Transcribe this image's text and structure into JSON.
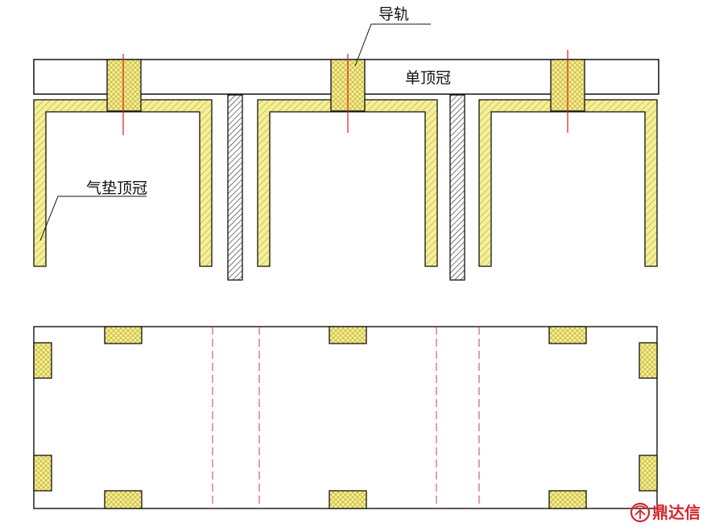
{
  "labels": {
    "guide_rail": "导轨",
    "single_crown": "单顶冠",
    "air_cushion_crown": "气垫顶冠"
  },
  "watermark": {
    "text": "鼎达信",
    "icon": "ddx-logo-icon"
  },
  "colors": {
    "outline": "#111111",
    "fill_yellow": "#f4ef9a",
    "hatch": "#c9b73a",
    "centerline_red": "#e11a1a",
    "dash_magenta": "#c0368f",
    "logo_red": "#d4262b"
  }
}
